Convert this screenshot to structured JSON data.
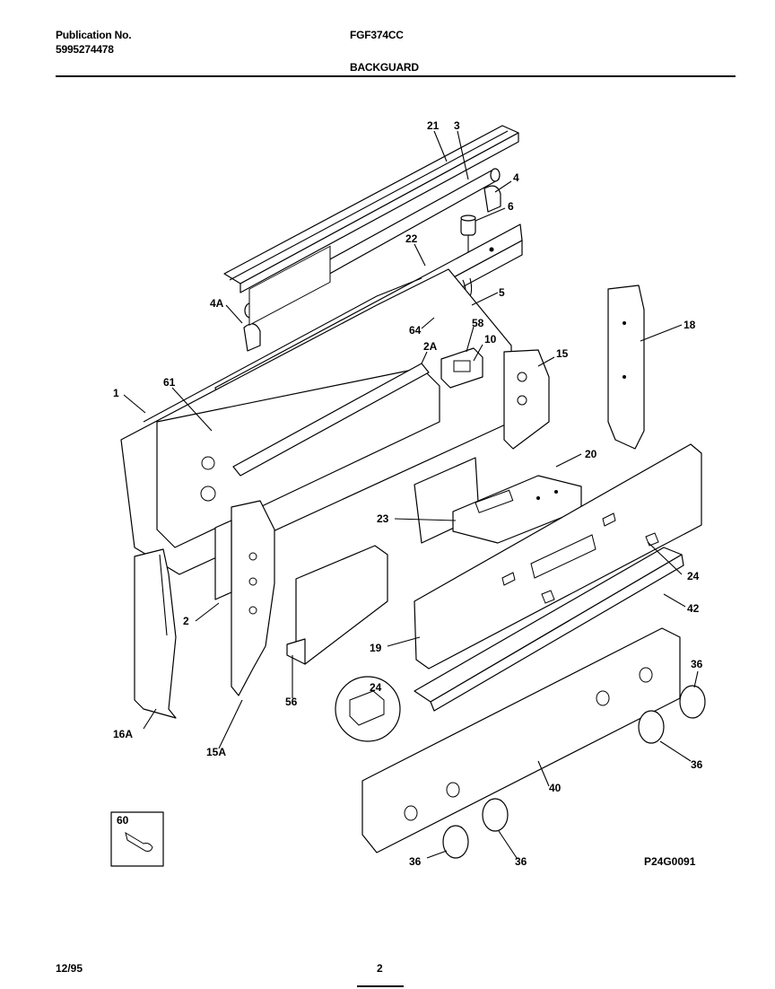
{
  "header": {
    "pub_label": "Publication No.",
    "pub_number": "5995274478",
    "model": "FGF374CC",
    "section": "BACKGUARD"
  },
  "diagram": {
    "code": "P24G0091",
    "callouts": [
      "21",
      "3",
      "4",
      "6",
      "22",
      "5",
      "4A",
      "64",
      "58",
      "10",
      "2A",
      "15",
      "18",
      "1",
      "61",
      "20",
      "23",
      "24",
      "42",
      "2",
      "19",
      "36",
      "24",
      "36",
      "16A",
      "15A",
      "56",
      "40",
      "60",
      "36",
      "36"
    ]
  },
  "footer": {
    "date": "12/95",
    "page": "2"
  }
}
